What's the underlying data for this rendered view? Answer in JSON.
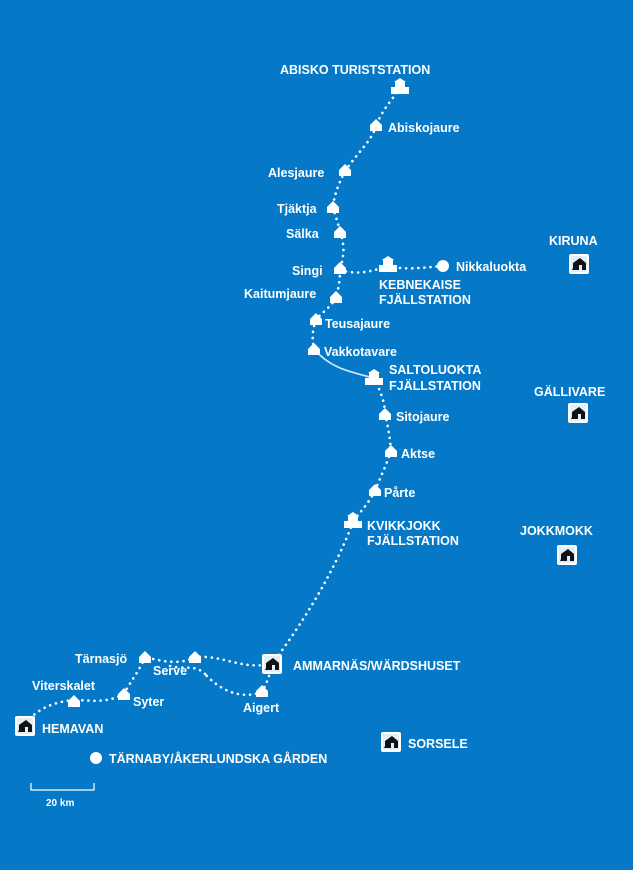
{
  "map": {
    "background": "#0579c8",
    "foreground": "#ffffff",
    "scale_label": "20 km",
    "places": {
      "abisko_turiststation": "ABISKO TURISTSTATION",
      "abiskojaure": "Abiskojaure",
      "alesjaure": "Alesjaure",
      "tjaktja": "Tjäktja",
      "salka": "Sälka",
      "singi": "Singi",
      "kebnekaise_1": "KEBNEKAISE",
      "kebnekaise_2": "FJÄLLSTATION",
      "nikkaluokta": "Nikkaluokta",
      "kaitumjaure": "Kaitumjaure",
      "teusajaure": "Teusajaure",
      "vakkotavare": "Vakkotavare",
      "saltoluokta_1": "SALTOLUOKTA",
      "saltoluokta_2": "FJÄLLSTATION",
      "sitojaure": "Sitojaure",
      "aktse": "Aktse",
      "parte": "Pårte",
      "kvikkjokk_1": "KVIKKJOKK",
      "kvikkjokk_2": "FJÄLLSTATION",
      "ammarnas": "AMMARNÄS/WÄRDSHUSET",
      "aigert": "Aigert",
      "serve": "Serve",
      "tarnasjo": "Tärnasjö",
      "syter": "Syter",
      "viterskalet": "Viterskalet",
      "hemavan": "HEMAVAN",
      "tarnaby": "TÄRNABY/ÅKERLUNDSKA GÅRDEN",
      "sorsele": "SORSELE",
      "kiruna": "KIRUNA",
      "gallivare": "GÄLLIVARE",
      "jokkmokk": "JOKKMOKK"
    }
  }
}
